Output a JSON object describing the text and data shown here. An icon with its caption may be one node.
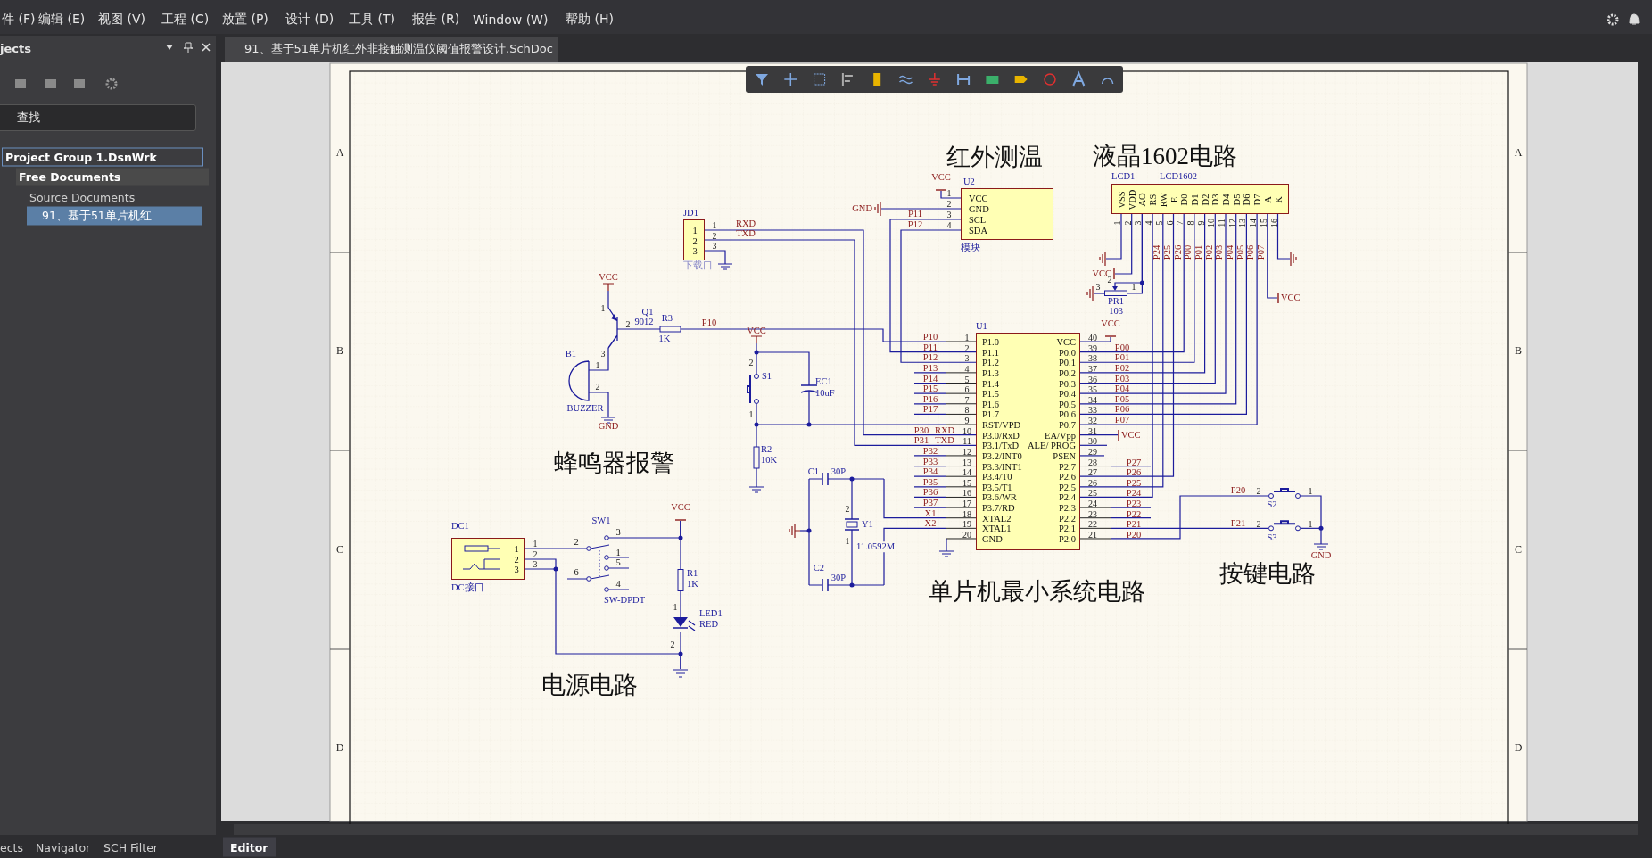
{
  "diagram": {
    "nodes": [
      {
        "text": [
          "VCC",
          "GND",
          "SCL",
          "SDA"
        ],
        "beside": [
          "U2",
          "模块",
          "1",
          "2",
          "3",
          "4"
        ]
      },
      {
        "text": [
          "VSS",
          "VDD",
          "AO",
          "RS",
          "RW",
          "E",
          "D0",
          "D1",
          "D2",
          "D3",
          "D4",
          "D5",
          "D6",
          "D7",
          "A",
          "K"
        ],
        "beside": [
          "LCD1",
          "LCD1602",
          "1",
          "2",
          "3",
          "4",
          "5",
          "6",
          "7",
          "8",
          "9",
          "10",
          "11",
          "12",
          "13",
          "14",
          "15",
          "16"
        ]
      },
      {
        "text": [
          "P1.0",
          "P1.1",
          "P1.2",
          "P1.3",
          "P1.4",
          "P1.5",
          "P1.6",
          "P1.7",
          "RST/VPD",
          "P3.0/RxD",
          "P3.1/TxD",
          "P3.2/INT0",
          "P3.3/INT1",
          "P3.4/T0",
          "P3.5/T1",
          "P3.6/WR",
          "P3.7/RD",
          "XTAL2",
          "XTAL1",
          "GND",
          "VCC",
          "P0.0",
          "P0.1",
          "P0.2",
          "P0.3",
          "P0.4",
          "P0.5",
          "P0.6",
          "P0.7",
          "EA/Vpp",
          "ALE/ PROG",
          "PSEN",
          "P2.7",
          "P2.6",
          "P2.5",
          "P2.4",
          "P2.3",
          "P2.2",
          "P2.1",
          "P2.0"
        ],
        "beside": [
          "U1",
          "1",
          "2",
          "3",
          "4",
          "5",
          "6",
          "7",
          "8",
          "9",
          "10",
          "11",
          "12",
          "13",
          "14",
          "15",
          "16",
          "17",
          "18",
          "19",
          "20",
          "40",
          "39",
          "38",
          "37",
          "36",
          "35",
          "34",
          "33",
          "32",
          "31",
          "30",
          "29",
          "28",
          "27",
          "26",
          "25",
          "24",
          "23",
          "22",
          "21"
        ]
      },
      {
        "text": [
          "1",
          "2",
          "3"
        ],
        "beside": [
          "JD1",
          "下载口",
          "1",
          "2",
          "3"
        ]
      },
      {
        "text": [
          "1",
          "2",
          "3"
        ],
        "beside": [
          "DC1",
          "DC接口",
          "1",
          "2",
          "3"
        ]
      },
      {
        "text": [
          "3",
          "2",
          "1",
          "5",
          "6",
          "4"
        ],
        "beside": [
          "SW1",
          "SW-DPDT"
        ]
      },
      {
        "text": [
          "VCC"
        ]
      },
      {
        "text": [
          "GND"
        ]
      },
      {
        "text": [],
        "shape": "ground"
      },
      {
        "text": [
          "VCC"
        ]
      },
      {
        "text": [],
        "shape": "potentiometer",
        "beside": [
          "2",
          "3",
          "1",
          "PR1",
          "103"
        ]
      },
      {
        "text": [],
        "shape": "ground"
      },
      {
        "text": [
          "VCC"
        ]
      },
      {
        "text": [],
        "shape": "ground"
      },
      {
        "text": [
          "VCC"
        ]
      },
      {
        "text": [
          "VCC"
        ]
      },
      {
        "text": [
          "VCC"
        ]
      },
      {
        "text": [],
        "shape": "resistor",
        "beside": [
          "R1",
          "1K"
        ]
      },
      {
        "text": [],
        "shape": "led",
        "beside": [
          "1",
          "LED1",
          "RED",
          "2"
        ]
      },
      {
        "text": [],
        "shape": "ground"
      }
    ],
    "edges": [
      {
        "from": 3,
        "to": 2,
        "arrow": "none",
        "label": "RXD"
      },
      {
        "from": 3,
        "to": 2,
        "arrow": "none",
        "label": "TXD"
      },
      {
        "from": 0,
        "to": 2,
        "arrow": "none",
        "label": "P11"
      },
      {
        "from": 0,
        "to": 2,
        "arrow": "none",
        "label": "P12"
      },
      {
        "from": 1,
        "to": 2,
        "arrow": "none",
        "label": "P24"
      },
      {
        "from": 1,
        "to": 2,
        "arrow": "none",
        "label": "P25"
      },
      {
        "from": 1,
        "to": 2,
        "arrow": "none",
        "label": "P26"
      },
      {
        "from": 1,
        "to": 2,
        "arrow": "none",
        "label": "P00"
      },
      {
        "from": 1,
        "to": 2,
        "arrow": "none",
        "label": "P01"
      },
      {
        "from": 1,
        "to": 2,
        "arrow": "none",
        "label": "P02"
      },
      {
        "from": 1,
        "to": 2,
        "arrow": "none",
        "label": "P03"
      },
      {
        "from": 1,
        "to": 2,
        "arrow": "none",
        "label": "P04"
      },
      {
        "from": 1,
        "to": 2,
        "arrow": "none",
        "label": "P05"
      },
      {
        "from": 1,
        "to": 2,
        "arrow": "none",
        "label": "P06"
      },
      {
        "from": 1,
        "to": 2,
        "arrow": "none",
        "label": "P07"
      },
      {
        "from": 4,
        "to": 5,
        "arrow": "none"
      },
      {
        "from": 5,
        "to": 16,
        "arrow": "none"
      },
      {
        "from": 4,
        "to": 19,
        "arrow": "none"
      },
      {
        "from": 0,
        "to": 6,
        "arrow": "none"
      },
      {
        "from": 0,
        "to": 7,
        "arrow": "none"
      },
      {
        "from": 1,
        "to": 8,
        "arrow": "none"
      },
      {
        "from": 1,
        "to": 9,
        "arrow": "none"
      },
      {
        "from": 1,
        "to": 10,
        "arrow": "none"
      },
      {
        "from": 1,
        "to": 10,
        "arrow": "none"
      },
      {
        "from": 10,
        "to": 11,
        "arrow": "none"
      },
      {
        "from": 1,
        "to": 12,
        "arrow": "none"
      },
      {
        "from": 1,
        "to": 13,
        "arrow": "none"
      },
      {
        "from": 2,
        "to": 14,
        "arrow": "none"
      },
      {
        "from": 2,
        "to": 15,
        "arrow": "none"
      },
      {
        "from": 2,
        "to": null,
        "arrow": "none"
      },
      {
        "from": 2,
        "to": null,
        "arrow": "none"
      },
      {
        "from": 16,
        "to": 17,
        "arrow": "none"
      },
      {
        "from": 17,
        "to": 18,
        "arrow": "none"
      },
      {
        "from": 18,
        "to": 19,
        "arrow": "none"
      }
    ],
    "labels": [
      "件 (F)",
      "编辑 (E)",
      "视图 (V)",
      "工程 (C)",
      "放置 (P)",
      "设计 (D)",
      "工具 (T)",
      "报告 (R)",
      "Window (W)",
      "帮助 (H)",
      "jects",
      "查找",
      "Project Group 1.DsnWrk",
      "Free Documents",
      "Source Documents",
      "91、基于51单片机红",
      "91、基于51单片机红外非接触测温仪阈值报警设计.SchDoc",
      "ects",
      "Navigator",
      "SCH Filter",
      "Editor",
      "A",
      "B",
      "C",
      "D",
      "A",
      "B",
      "C",
      "D",
      "红外测温",
      "液晶1602电路",
      "蜂鸣器报警",
      "单片机最小系统电路",
      "按键电路",
      "电源电路",
      "P10",
      "P11",
      "P12",
      "P13",
      "P14",
      "P15",
      "P16",
      "P17",
      "P30",
      "RXD",
      "P31",
      "TXD",
      "P32",
      "P33",
      "P34",
      "P35",
      "P36",
      "P37",
      "X1",
      "X2",
      "P00",
      "P01",
      "P02",
      "P03",
      "P04",
      "P05",
      "P06",
      "P07",
      "P27",
      "P26",
      "P25",
      "P24",
      "P23",
      "P22",
      "P21",
      "P20",
      "P20",
      "2",
      "1",
      "S2",
      "P21",
      "2",
      "1",
      "S3",
      "GND",
      "C1",
      "30P",
      "2",
      "Y1",
      "1",
      "11.0592M",
      "C2",
      "30P",
      "VCC",
      "1",
      "Q1",
      "9012",
      "2",
      "3",
      "R3",
      "1K",
      "P10",
      "B1",
      "1",
      "2",
      "BUZZER",
      "GND",
      "VCC",
      "2",
      "S1",
      "1",
      "EC1",
      "10uF",
      "R2",
      "10K"
    ]
  }
}
